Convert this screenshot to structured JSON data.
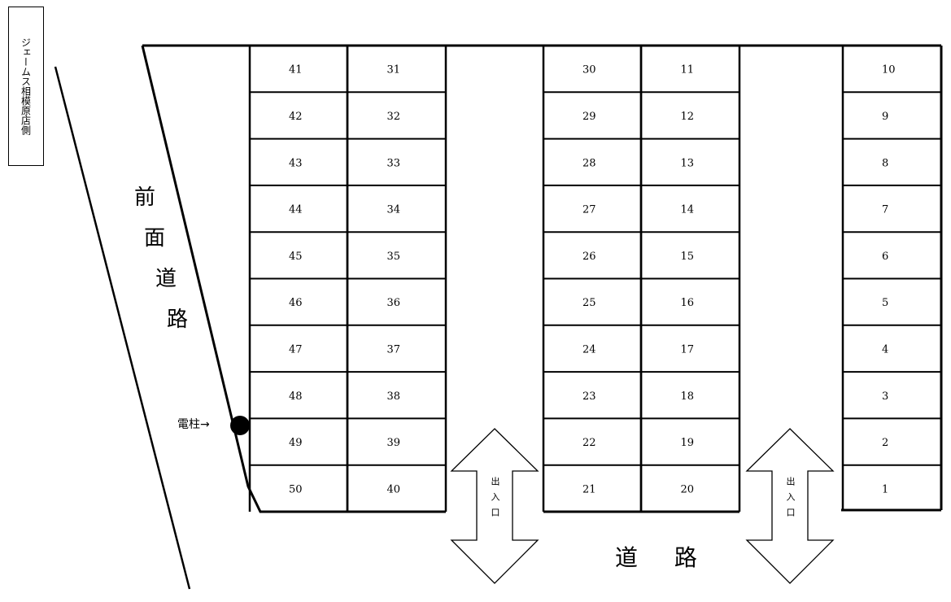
{
  "side_label": "ジェームス相模原店側",
  "front_road_chars": [
    "前",
    "面",
    "道",
    "路"
  ],
  "road_label": "道 路",
  "pole_label": "電柱→",
  "entrance_label": "出入口",
  "parking_columns": [
    {
      "name": "column-a",
      "spaces": [
        41,
        42,
        43,
        44,
        45,
        46,
        47,
        48,
        49,
        50
      ]
    },
    {
      "name": "column-b",
      "spaces": [
        31,
        32,
        33,
        34,
        35,
        36,
        37,
        38,
        39,
        40
      ]
    },
    {
      "name": "column-c",
      "spaces": [
        30,
        29,
        28,
        27,
        26,
        25,
        24,
        23,
        22,
        21
      ]
    },
    {
      "name": "column-d",
      "spaces": [
        11,
        12,
        13,
        14,
        15,
        16,
        17,
        18,
        19,
        20
      ]
    },
    {
      "name": "column-e",
      "spaces": [
        10,
        9,
        8,
        7,
        6,
        5,
        4,
        3,
        2,
        1
      ]
    }
  ]
}
